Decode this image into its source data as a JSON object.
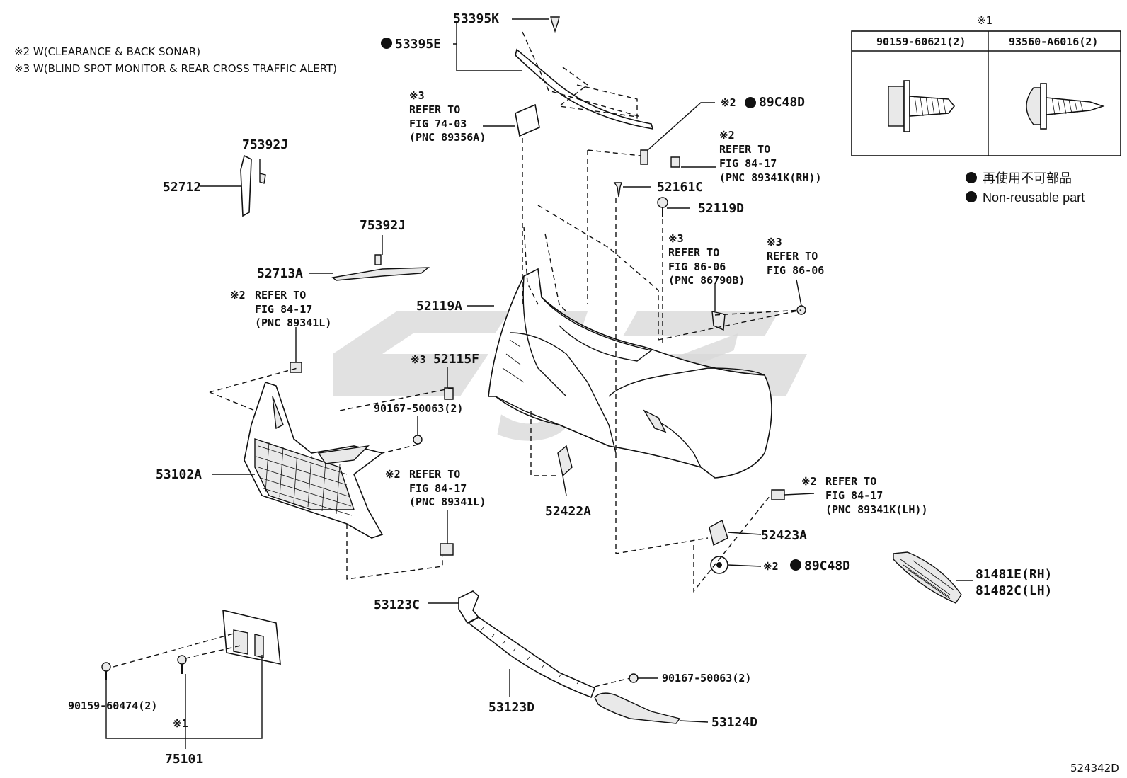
{
  "notes": {
    "note2": "※2 W(CLEARANCE & BACK SONAR)",
    "note3": "※3 W(BLIND SPOT MONITOR & REAR CROSS TRAFFIC ALERT)"
  },
  "fastener_table": {
    "mark": "※1",
    "col1": "90159-60621(2)",
    "col2": "93560-A6016(2)"
  },
  "legend": {
    "line1": "再使用不可部品",
    "line2": "Non-reusable part"
  },
  "watermark": "5ک",
  "figure_id": "524342D",
  "callouts": {
    "p53395K": "53395K",
    "p53395E": "53395E",
    "ref1_mark": "※3",
    "ref1_a": "REFER TO",
    "ref1_b": "FIG 74-03",
    "ref1_c": "(PNC 89356A)",
    "p89C48D_top_mark": "※2",
    "p89C48D_top": "89C48D",
    "ref2_mark": "※2",
    "ref2_a": "REFER TO",
    "ref2_b": "FIG 84-17",
    "ref2_c": "(PNC 89341K(RH))",
    "p52161C": "52161C",
    "p52119D": "52119D",
    "p75392J_a": "75392J",
    "p52712": "52712",
    "p75392J_b": "75392J",
    "p52713A": "52713A",
    "p52119A": "52119A",
    "ref3_mark": "※3",
    "ref3_a": "REFER TO",
    "ref3_b": "FIG 86-06",
    "ref3_c": "(PNC 86790B)",
    "ref4_mark": "※3",
    "ref4_a": "REFER TO",
    "ref4_b": "FIG 86-06",
    "ref5_mark": "※2",
    "ref5_a": "REFER TO",
    "ref5_b": "FIG 84-17",
    "ref5_c": "(PNC 89341L)",
    "p52115F_mark": "※3",
    "p52115F": "52115F",
    "p90167_a": "90167-50063(2)",
    "p53102A": "53102A",
    "ref6_mark": "※2",
    "ref6_a": "REFER TO",
    "ref6_b": "FIG 84-17",
    "ref6_c": "(PNC 89341L)",
    "p52422A": "52422A",
    "ref7_mark": "※2",
    "ref7_a": "REFER TO",
    "ref7_b": "FIG 84-17",
    "ref7_c": "(PNC 89341K(LH))",
    "p52423A": "52423A",
    "p89C48D_bot_mark": "※2",
    "p89C48D_bot": "89C48D",
    "p81481E": "81481E(RH)",
    "p81482C": "81482C(LH)",
    "p53123C": "53123C",
    "p90159_60474": "90159-60474(2)",
    "p75101_mark": "※1",
    "p75101": "75101",
    "p53123D": "53123D",
    "p90167_b": "90167-50063(2)",
    "p53124D": "53124D"
  }
}
